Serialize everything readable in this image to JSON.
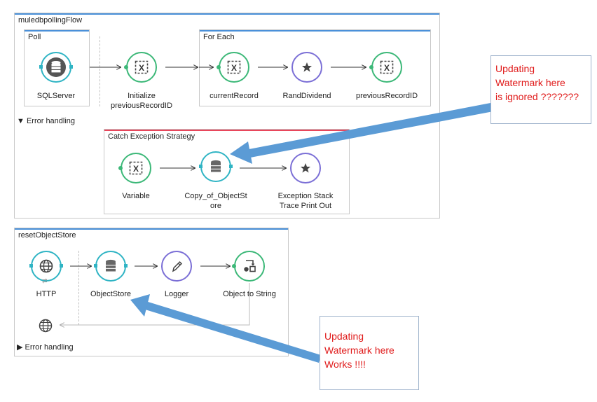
{
  "flows": {
    "polling": {
      "title": "muledbpollingFlow",
      "poll_scope": "Poll",
      "foreach_scope": "For Each",
      "catch_scope": "Catch Exception Strategy",
      "error_handling": "▼ Error handling",
      "nodes": {
        "sqlserver": "SQLServer",
        "initialize_l1": "Initialize",
        "initialize_l2": "previousRecordID",
        "current_record": "currentRecord",
        "rand_dividend": "RandDividend",
        "previous_record": "previousRecordID",
        "variable": "Variable",
        "copy_l1": "Copy_of_ObjectSt",
        "copy_l2": "ore",
        "exception_l1": "Exception Stack",
        "exception_l2": "Trace Print Out"
      }
    },
    "reset": {
      "title": "resetObjectStore",
      "error_handling": "▶ Error handling",
      "nodes": {
        "http": "HTTP",
        "objectstore": "ObjectStore",
        "logger": "Logger",
        "object_to_string": "Object to String"
      }
    }
  },
  "notes": {
    "ignored": [
      "Updating",
      "Watermark here",
      "is ignored ???????"
    ],
    "works": [
      "Updating",
      "Watermark here",
      "Works !!!!"
    ]
  },
  "colors": {
    "accent": "#4a90d9",
    "note_text": "#e01b1b",
    "arrow": "#5b9bd5",
    "teal": "#2fb4c4",
    "green": "#3cb878",
    "purple": "#7b6fd6"
  }
}
